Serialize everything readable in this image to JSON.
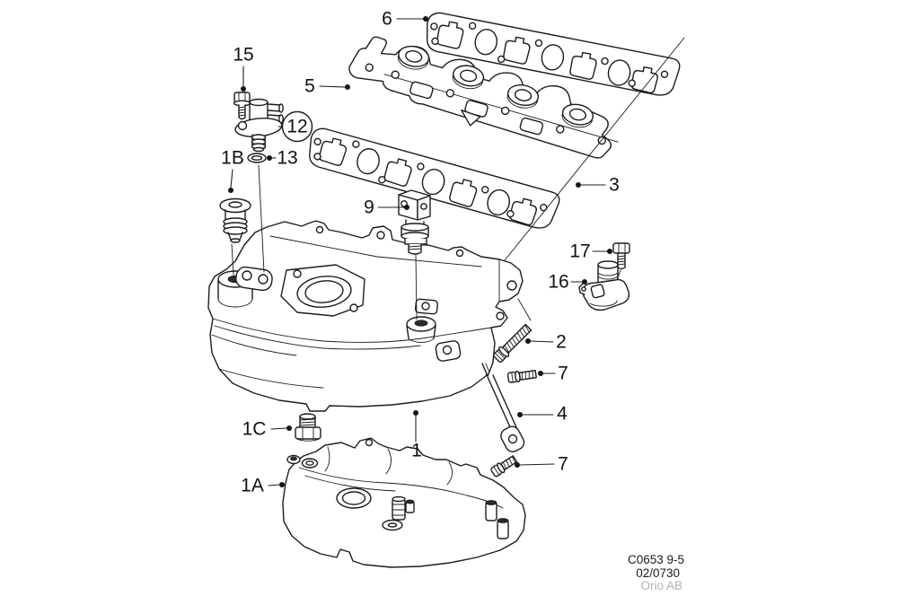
{
  "diagram": {
    "footer": {
      "code": "C0653 9-5",
      "issue": "02/0730",
      "brand": "Orio AB"
    },
    "callouts": {
      "c6": "6",
      "c5": "5",
      "c3": "3",
      "c15": "15",
      "c12": "12",
      "c13": "13",
      "c1b": "1B",
      "c9": "9",
      "c17": "17",
      "c16": "16",
      "c2": "2",
      "c7a": "7",
      "c4": "4",
      "c7b": "7",
      "c1": "1",
      "c1c": "1C",
      "c1a": "1A"
    },
    "colors": {
      "line": "#1c1c1c",
      "label": "#111111",
      "brand_gray": "#b3b3b3",
      "background": "#ffffff"
    }
  }
}
